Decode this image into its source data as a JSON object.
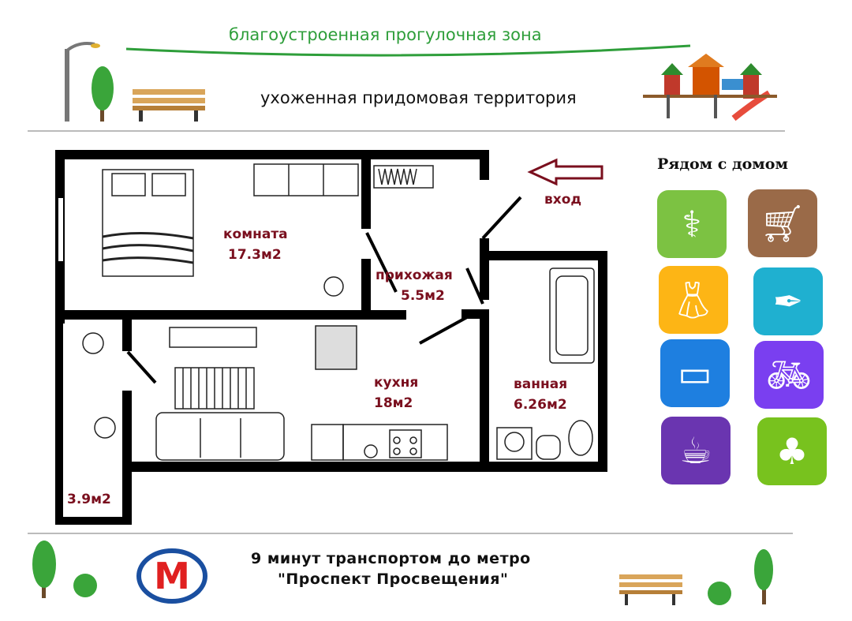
{
  "header": {
    "walk_zone": "благоустроенная прогулочная зона",
    "yard": "ухоженная придомовая территория"
  },
  "plan": {
    "entrance": "вход",
    "rooms": [
      {
        "name": "комната",
        "area": "17.3м2"
      },
      {
        "name": "прихожая",
        "area": "5.5м2"
      },
      {
        "name": "кухня",
        "area": "18м2"
      },
      {
        "name": "ванная",
        "area": "6.26м2"
      },
      {
        "name": "",
        "area": "3.9м2"
      }
    ]
  },
  "nearby": {
    "title": "Рядом с домом",
    "icons": [
      {
        "name": "medical-icon",
        "color": "#7cc242"
      },
      {
        "name": "shopping-cart-icon",
        "color": "#9a6a48"
      },
      {
        "name": "dress-icon",
        "color": "#fdb515"
      },
      {
        "name": "scroll-quill-icon",
        "color": "#1fb0d0"
      },
      {
        "name": "easel-icon",
        "color": "#1e7fe0"
      },
      {
        "name": "exercise-bike-icon",
        "color": "#7a3ff0"
      },
      {
        "name": "coffee-cup-icon",
        "color": "#6a35b0"
      },
      {
        "name": "tree-icon",
        "color": "#78c21e"
      }
    ]
  },
  "footer": {
    "line1": "9 минут транспортом до метро",
    "line2": "\"Проспект Просвещения\"",
    "metro_letter": "М"
  },
  "colors": {
    "label": "#7a0f1e",
    "walk": "#2e9e3a",
    "wall": "#000000"
  }
}
